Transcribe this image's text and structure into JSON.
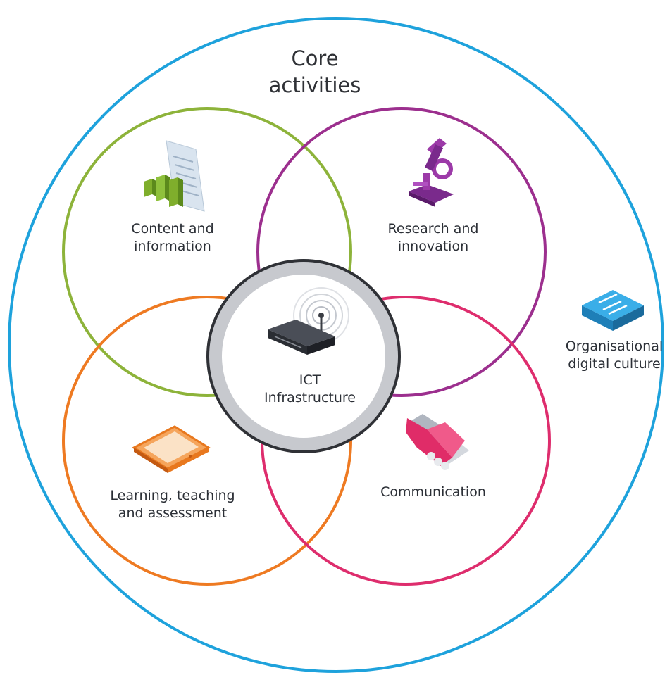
{
  "core": {
    "title_line1": "Core",
    "title_line2": "activities"
  },
  "areas": {
    "content": {
      "line1": "Content and",
      "line2": "information",
      "color": "#8db33a",
      "icon": "document-chart-icon"
    },
    "research": {
      "line1": "Research and",
      "line2": "innovation",
      "color": "#9c2f8e",
      "icon": "microscope-icon"
    },
    "learning": {
      "line1": "Learning, teaching",
      "line2": "and assessment",
      "color": "#ee7a22",
      "icon": "tablet-icon"
    },
    "communication": {
      "line1": "Communication",
      "color": "#de2d6d",
      "icon": "handshake-icon"
    }
  },
  "ict": {
    "line1": "ICT",
    "line2": "Infrastructure",
    "ring_color": "#c7c9ce",
    "border_color": "#2f3136",
    "icon": "wireless-router-icon"
  },
  "culture": {
    "line1": "Organisational",
    "line2": "digital culture",
    "color": "#1ea2dc",
    "icon": "network-switch-icon"
  }
}
